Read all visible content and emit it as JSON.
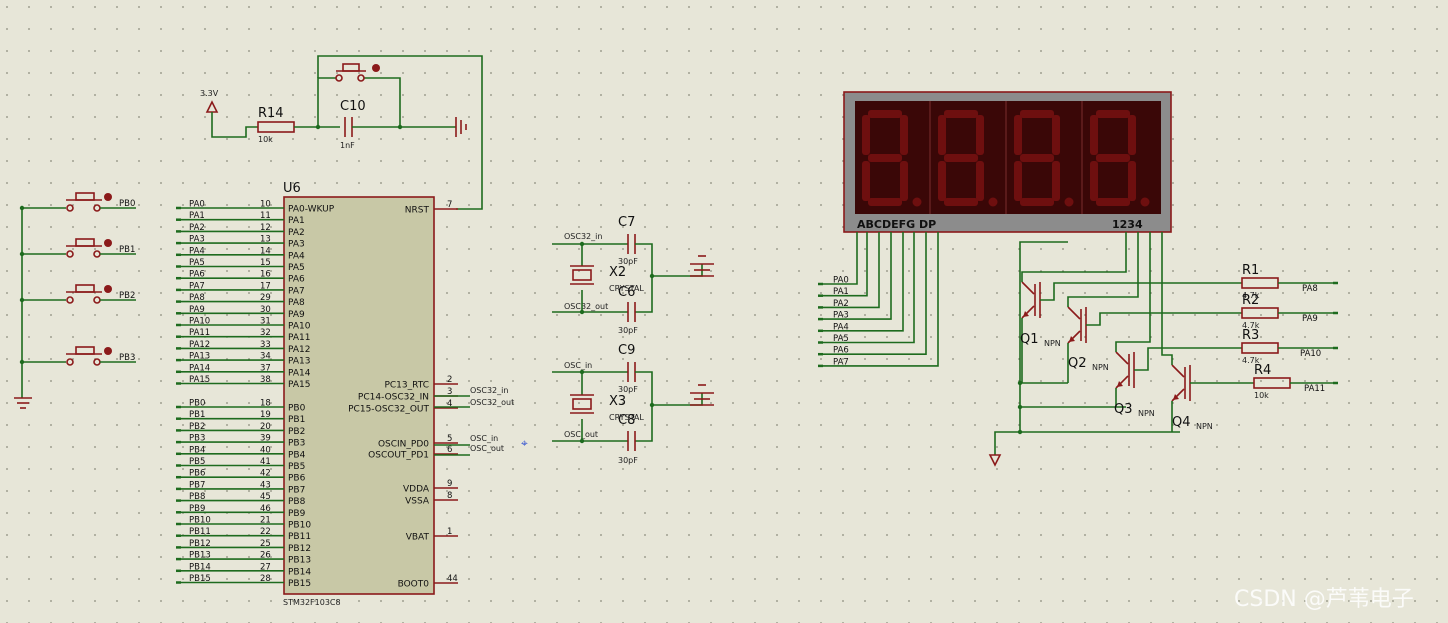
{
  "components": {
    "mcu": {
      "ref": "U6",
      "part": "STM32F103C8"
    },
    "r14": {
      "ref": "R14",
      "value": "10k"
    },
    "c10": {
      "ref": "C10",
      "value": "1nF"
    },
    "supply": {
      "label": "3.3V"
    },
    "c7": {
      "ref": "C7",
      "value": "30pF"
    },
    "c6": {
      "ref": "C6",
      "value": "30pF"
    },
    "c9": {
      "ref": "C9",
      "value": "30pF"
    },
    "c8": {
      "ref": "C8",
      "value": "30pF"
    },
    "x2": {
      "ref": "X2",
      "type": "CRYSTAL"
    },
    "x3": {
      "ref": "X3",
      "type": "CRYSTAL"
    },
    "r1": {
      "ref": "R1",
      "value": "4.7k"
    },
    "r2": {
      "ref": "R2",
      "value": "4.7k"
    },
    "r3": {
      "ref": "R3",
      "value": "4.7k"
    },
    "r4": {
      "ref": "R4",
      "value": "10k"
    },
    "q1": {
      "ref": "Q1",
      "type": "NPN"
    },
    "q2": {
      "ref": "Q2",
      "type": "NPN"
    },
    "q3": {
      "ref": "Q3",
      "type": "NPN"
    },
    "q4": {
      "ref": "Q4",
      "type": "NPN"
    },
    "display": {
      "seg_label": "ABCDEFG  DP",
      "dig_label": "1234"
    }
  },
  "mcu_left": [
    {
      "net": "PA0",
      "num": "10",
      "name": "PA0-WKUP"
    },
    {
      "net": "PA1",
      "num": "11",
      "name": "PA1"
    },
    {
      "net": "PA2",
      "num": "12",
      "name": "PA2"
    },
    {
      "net": "PA3",
      "num": "13",
      "name": "PA3"
    },
    {
      "net": "PA4",
      "num": "14",
      "name": "PA4"
    },
    {
      "net": "PA5",
      "num": "15",
      "name": "PA5"
    },
    {
      "net": "PA6",
      "num": "16",
      "name": "PA6"
    },
    {
      "net": "PA7",
      "num": "17",
      "name": "PA7"
    },
    {
      "net": "PA8",
      "num": "29",
      "name": "PA8"
    },
    {
      "net": "PA9",
      "num": "30",
      "name": "PA9"
    },
    {
      "net": "PA10",
      "num": "31",
      "name": "PA10"
    },
    {
      "net": "PA11",
      "num": "32",
      "name": "PA11"
    },
    {
      "net": "PA12",
      "num": "33",
      "name": "PA12"
    },
    {
      "net": "PA13",
      "num": "34",
      "name": "PA13"
    },
    {
      "net": "PA14",
      "num": "37",
      "name": "PA14"
    },
    {
      "net": "PA15",
      "num": "38",
      "name": "PA15"
    },
    {
      "net": "PB0",
      "num": "18",
      "name": "PB0"
    },
    {
      "net": "PB1",
      "num": "19",
      "name": "PB1"
    },
    {
      "net": "PB2",
      "num": "20",
      "name": "PB2"
    },
    {
      "net": "PB3",
      "num": "39",
      "name": "PB3"
    },
    {
      "net": "PB4",
      "num": "40",
      "name": "PB4"
    },
    {
      "net": "PB5",
      "num": "41",
      "name": "PB5"
    },
    {
      "net": "PB6",
      "num": "42",
      "name": "PB6"
    },
    {
      "net": "PB7",
      "num": "43",
      "name": "PB7"
    },
    {
      "net": "PB8",
      "num": "45",
      "name": "PB8"
    },
    {
      "net": "PB9",
      "num": "46",
      "name": "PB9"
    },
    {
      "net": "PB10",
      "num": "21",
      "name": "PB10"
    },
    {
      "net": "PB11",
      "num": "22",
      "name": "PB11"
    },
    {
      "net": "PB12",
      "num": "25",
      "name": "PB12"
    },
    {
      "net": "PB13",
      "num": "26",
      "name": "PB13"
    },
    {
      "net": "PB14",
      "num": "27",
      "name": "PB14"
    },
    {
      "net": "PB15",
      "num": "28",
      "name": "PB15"
    }
  ],
  "mcu_right": [
    {
      "name": "NRST",
      "num": "7",
      "net": ""
    },
    {
      "name": "PC13_RTC",
      "num": "2",
      "net": ""
    },
    {
      "name": "PC14-OSC32_IN",
      "num": "3",
      "net": "OSC32_in"
    },
    {
      "name": "PC15-OSC32_OUT",
      "num": "4",
      "net": "OSC32_out"
    },
    {
      "name": "OSCIN_PD0",
      "num": "5",
      "net": "OSC_in"
    },
    {
      "name": "OSCOUT_PD1",
      "num": "6",
      "net": "OSC_out"
    },
    {
      "name": "VDDA",
      "num": "9",
      "net": ""
    },
    {
      "name": "VSSA",
      "num": "8",
      "net": ""
    },
    {
      "name": "VBAT",
      "num": "1",
      "net": ""
    },
    {
      "name": "BOOT0",
      "num": "44",
      "net": ""
    }
  ],
  "buttons": [
    "PB0",
    "PB1",
    "PB2",
    "PB3"
  ],
  "osc_nets": {
    "osc32_in": "OSC32_in",
    "osc32_out": "OSC32_out",
    "osc_in": "OSC_in",
    "osc_out": "OSC_out"
  },
  "seg_nets": [
    "PA0",
    "PA1",
    "PA2",
    "PA3",
    "PA4",
    "PA5",
    "PA6",
    "PA7"
  ],
  "digit_nets": [
    "PA8",
    "PA9",
    "PA10",
    "PA11"
  ],
  "watermark": "CSDN @芦苇电子"
}
